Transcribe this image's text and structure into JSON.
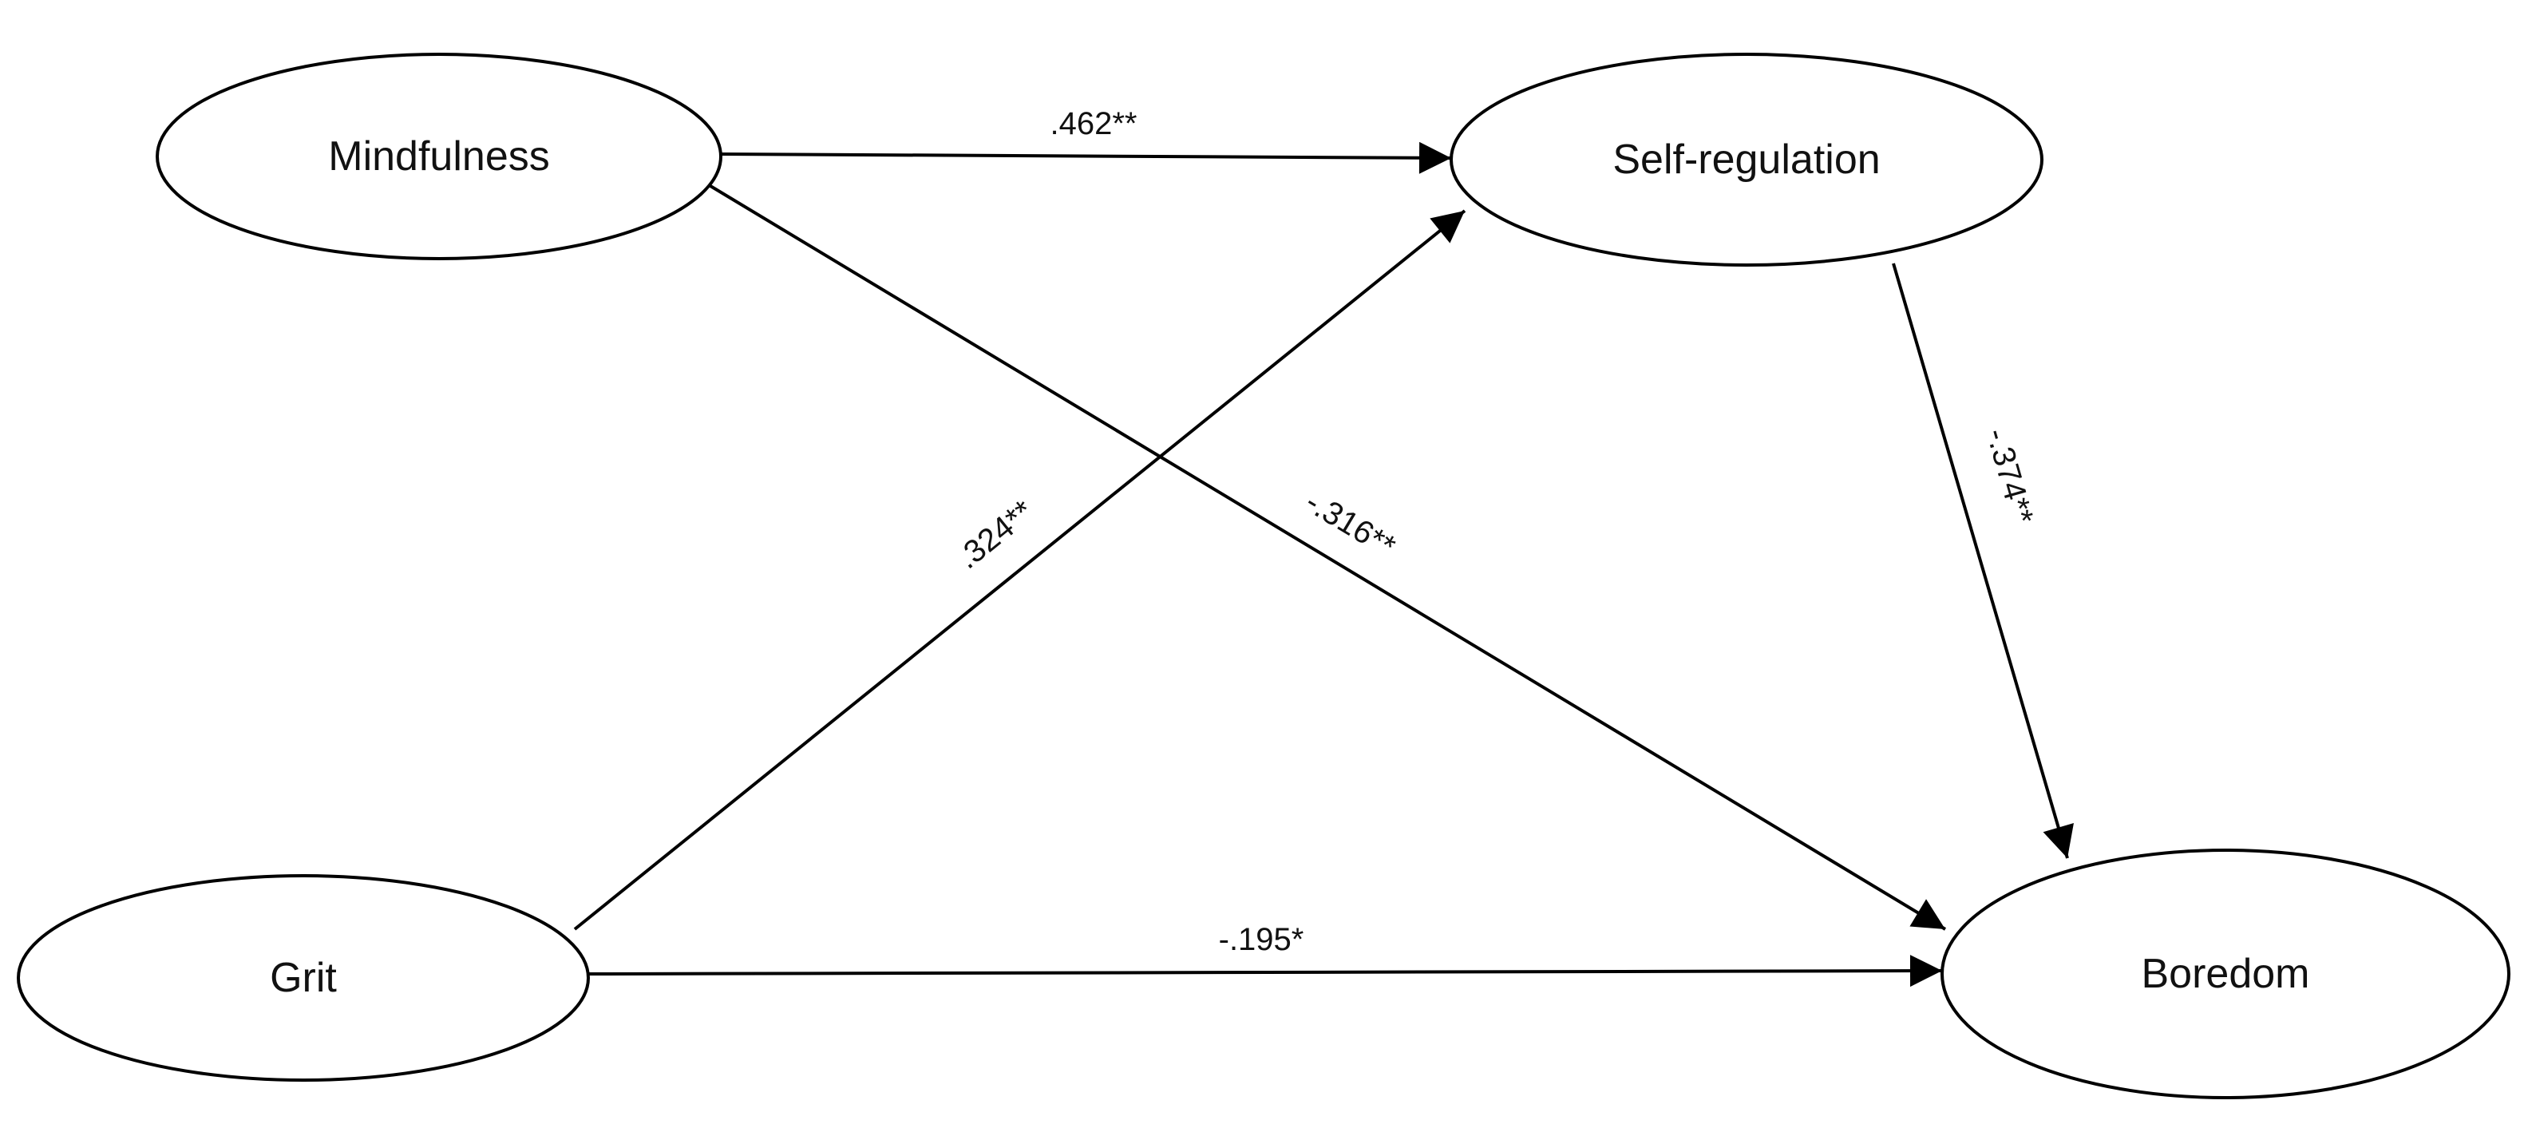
{
  "nodes": {
    "mindfulness": "Mindfulness",
    "self_regulation": "Self-regulation",
    "grit": "Grit",
    "boredom": "Boredom"
  },
  "paths": {
    "mindfulness_to_self_regulation": ".462**",
    "grit_to_self_regulation": ".324**",
    "mindfulness_to_boredom": "-.316**",
    "self_regulation_to_boredom": "-.374**",
    "grit_to_boredom": "-.195*"
  },
  "colors": {
    "stroke": "#000000",
    "background": "#ffffff"
  }
}
